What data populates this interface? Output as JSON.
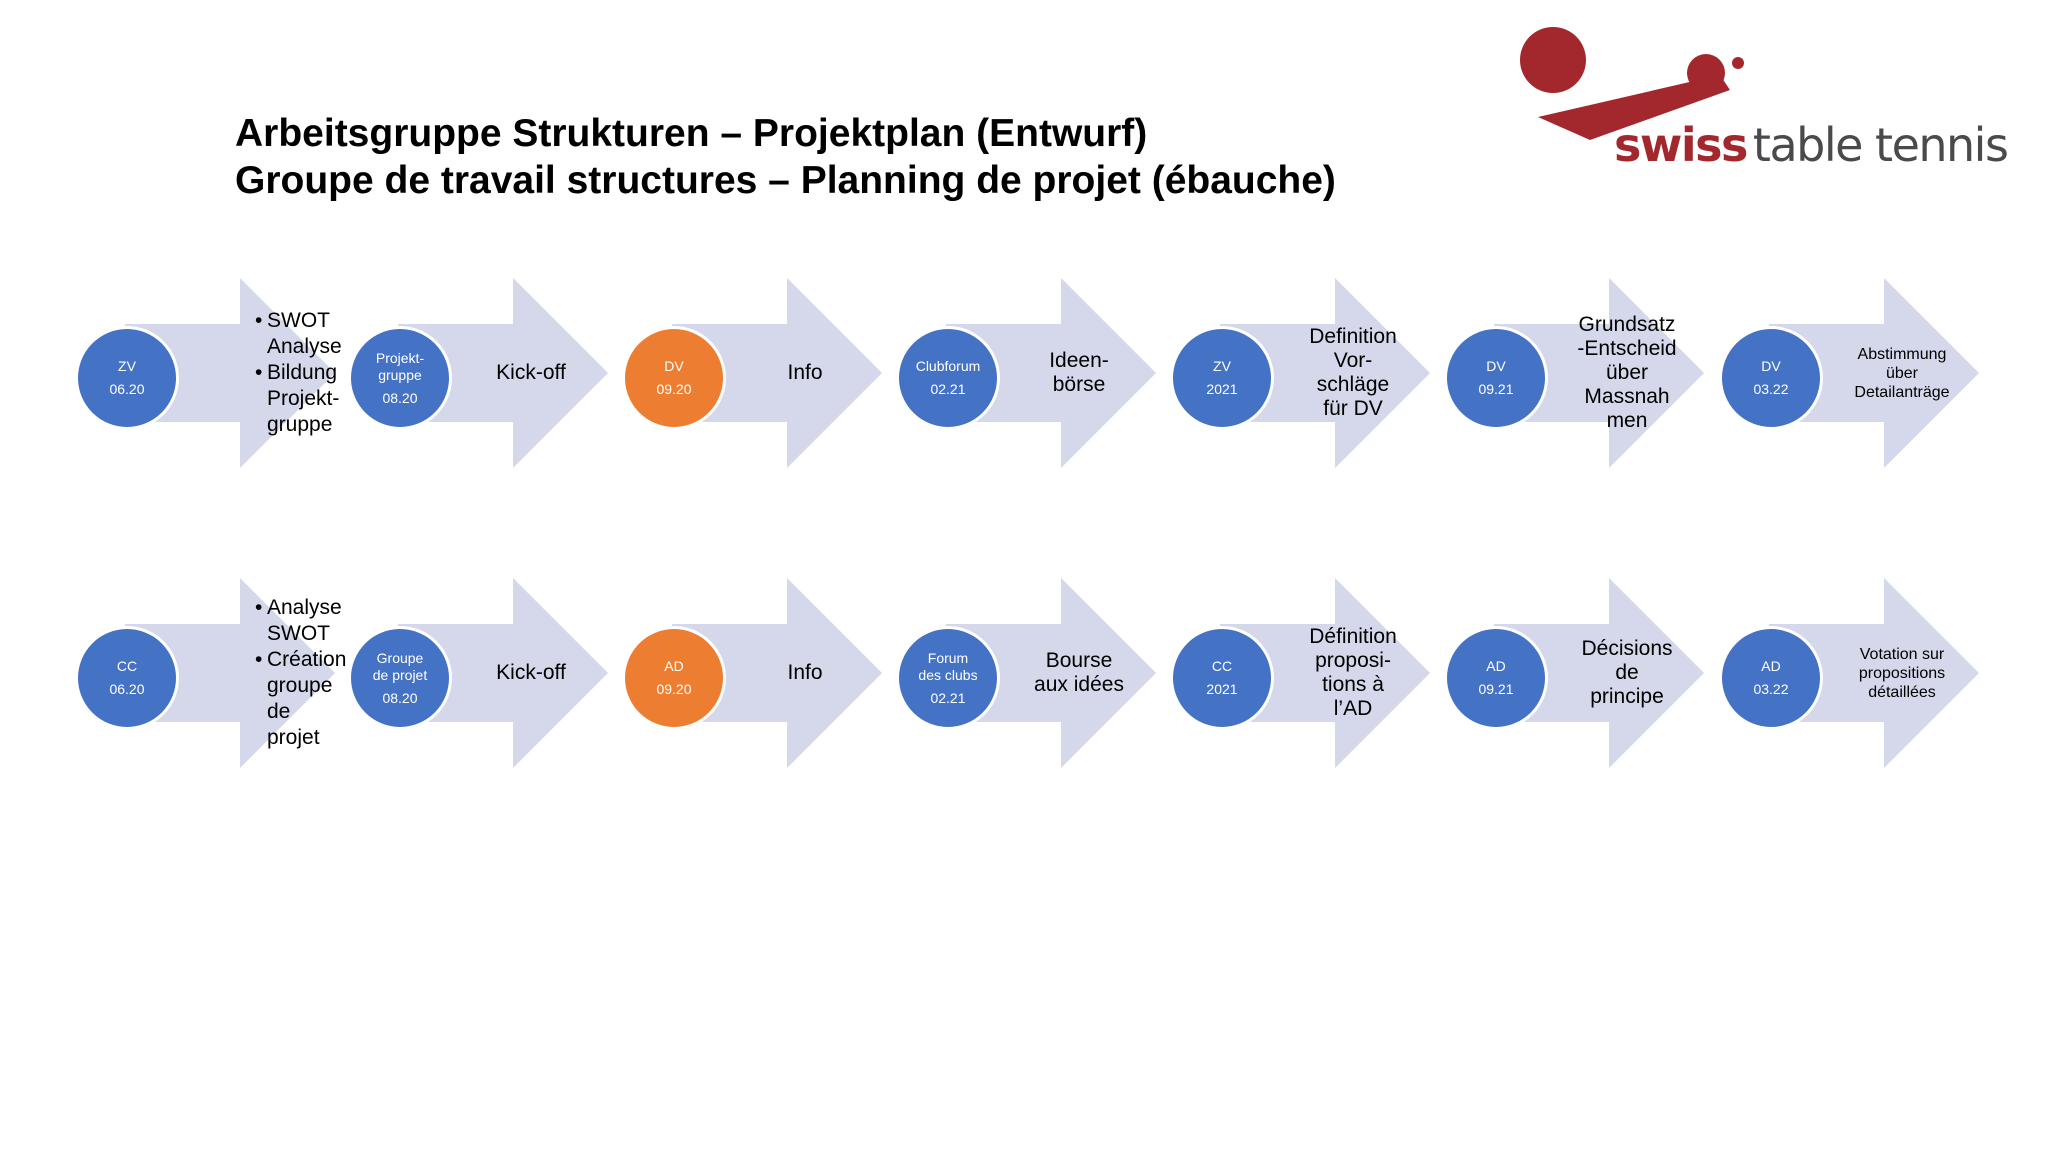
{
  "title": {
    "line1": "Arbeitsgruppe Strukturen – Projektplan (Entwurf)",
    "line2": "Groupe de travail structures – Planning de projet (ébauche)"
  },
  "logo": {
    "swiss": "swiss",
    "rest": "table tennis"
  },
  "colors": {
    "circle_blue": "#4472c4",
    "circle_orange": "#ed7d31",
    "arrow": "#d4d8ea",
    "logo_red": "#a3282e"
  },
  "rows": [
    {
      "steps": [
        {
          "circle": "ZV",
          "date": "06.20",
          "color": "blue",
          "bullets": [
            "SWOT\nAnalyse",
            "Bildung\nProjekt-\ngruppe"
          ]
        },
        {
          "circle": "Projekt-\ngruppe",
          "date": "08.20",
          "color": "blue",
          "label": "Kick-off"
        },
        {
          "circle": "DV",
          "date": "09.20",
          "color": "orange",
          "label": "Info"
        },
        {
          "circle": "Clubforum",
          "date": "02.21",
          "color": "blue",
          "label": "Ideen-\nbörse"
        },
        {
          "circle": "ZV",
          "date": "2021",
          "color": "blue",
          "label": "Definition\nVor-\nschläge\nfür DV"
        },
        {
          "circle": "DV",
          "date": "09.21",
          "color": "blue",
          "label": "Grundsatz\n-Entscheid\nüber\nMassnah\nmen"
        },
        {
          "circle": "DV",
          "date": "03.22",
          "color": "blue",
          "label": "Abstimmung\nüber\nDetailanträge",
          "small": true
        }
      ]
    },
    {
      "steps": [
        {
          "circle": "CC",
          "date": "06.20",
          "color": "blue",
          "bullets": [
            "Analyse\nSWOT",
            "Création\ngroupe\nde\nprojet"
          ]
        },
        {
          "circle": "Groupe\nde projet",
          "date": "08.20",
          "color": "blue",
          "label": "Kick-off"
        },
        {
          "circle": "AD",
          "date": "09.20",
          "color": "orange",
          "label": "Info"
        },
        {
          "circle": "Forum\ndes clubs",
          "date": "02.21",
          "color": "blue",
          "label": "Bourse\naux idées"
        },
        {
          "circle": "CC",
          "date": "2021",
          "color": "blue",
          "label": "Définition\nproposi-\ntions à\nl’AD"
        },
        {
          "circle": "AD",
          "date": "09.21",
          "color": "blue",
          "label": "Décisions\nde\nprincipe"
        },
        {
          "circle": "AD",
          "date": "03.22",
          "color": "blue",
          "label": "Votation sur\npropositions\ndétaillées",
          "small": true
        }
      ]
    }
  ]
}
